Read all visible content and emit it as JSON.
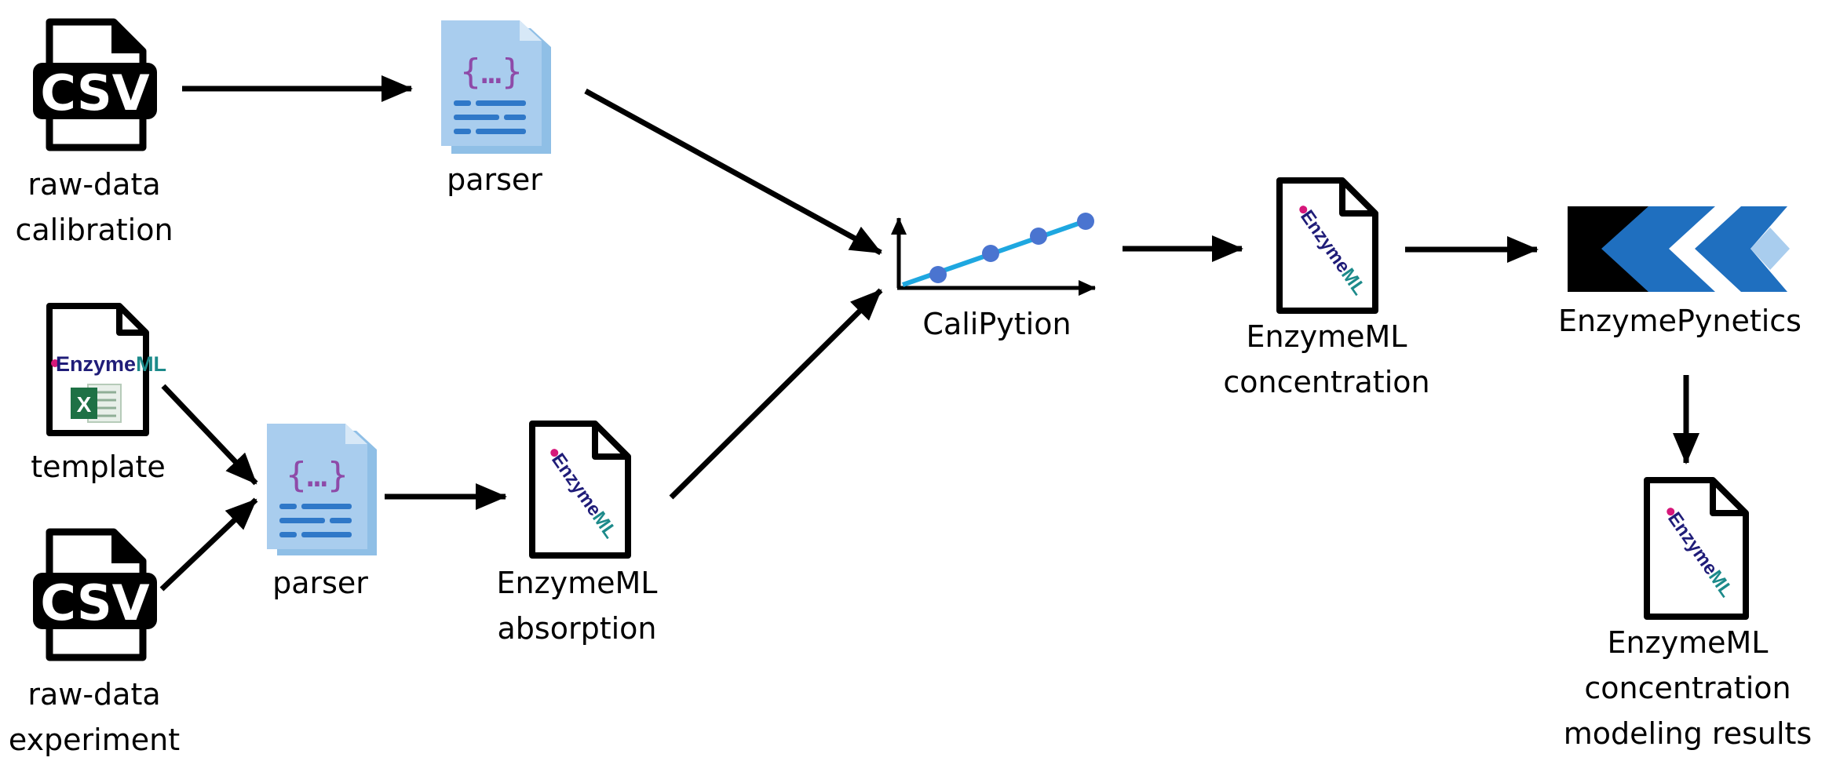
{
  "labels": {
    "csv_calibration": [
      "raw-data",
      "calibration"
    ],
    "parser_top": "parser",
    "template": "template",
    "csv_experiment": [
      "raw-data",
      "experiment"
    ],
    "parser_bottom": "parser",
    "enzymeml_absorption": [
      "EnzymeML",
      "absorption"
    ],
    "calipytion": "CaliPytion",
    "enzymeml_concentration": [
      "EnzymeML",
      "concentration"
    ],
    "enzymepynetics": "EnzymePynetics",
    "enzymeml_results": [
      "EnzymeML",
      "concentration",
      "modeling results"
    ]
  },
  "icon_text": {
    "csv": "CSV",
    "enzymeml_logo_a": "E",
    "enzymeml_logo_b": "nzyme",
    "enzymeml_logo_c": "ML",
    "parser_brace": "{…}"
  },
  "colors": {
    "doc_outline": "#000000",
    "parser_fill": "#a9cdee",
    "parser_lines": "#2f78c8",
    "parser_brace": "#8e4aa8",
    "parser_dots": "#e8465a",
    "enzymeml_dark": "#1f1c78",
    "enzymeml_teal": "#1c8a8a",
    "enzymeml_pink": "#d6177a",
    "excel_green": "#1e7145",
    "cali_line": "#1ea7e0",
    "cali_points": "#4a74d0",
    "pynetics_blue": "#1f6fbf",
    "pynetics_light": "#a9cdee"
  }
}
